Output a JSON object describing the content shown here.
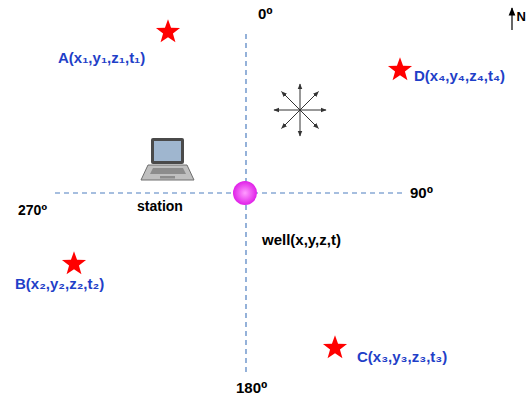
{
  "diagram": {
    "labels": [
      "0⁰",
      "N",
      "A(x₁,y₁,z₁,t₁)",
      "D(x₄,y₄,z₄,t₄)",
      "station",
      "270⁰",
      "90⁰",
      "well(x,y,z,t)",
      "B(x₂,y₂,z₂,t₂)",
      "C(x₃,y₃,z₃,t₃)",
      "180⁰"
    ]
  }
}
